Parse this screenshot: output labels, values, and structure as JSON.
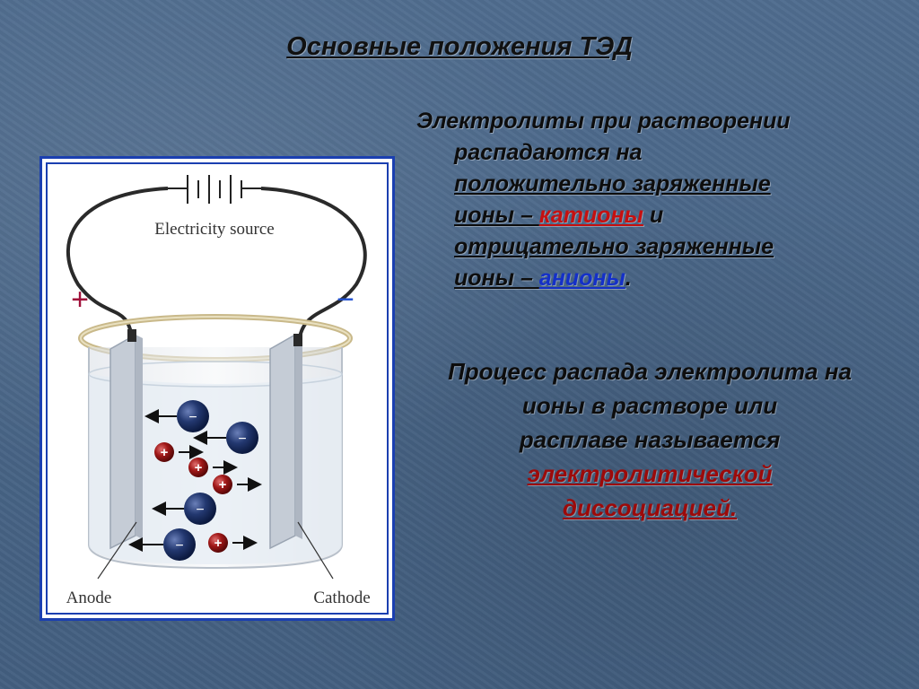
{
  "slide": {
    "title": "Основные положения ТЭД",
    "paragraph1": {
      "line1": "Электролиты при растворении",
      "line2": "распадаются на",
      "line3": "положительно заряженные",
      "line4_prefix": "ионы – ",
      "line4_cations": "катионы",
      "line4_suffix": " и",
      "line5": "отрицательно заряженные",
      "line6_prefix": "ионы – ",
      "line6_anions": "анионы",
      "line6_suffix": "."
    },
    "paragraph2": {
      "line1": "Процесс распада электролита на",
      "line2": "ионы в  растворе  или",
      "line3": "расплаве  называется",
      "line4": "электролитической",
      "line5": "диссоциацией."
    },
    "colors": {
      "cations": "#c61010",
      "anions": "#1430c8",
      "term": "#9c0a0a",
      "frame": "#1b3fb0"
    }
  },
  "diagram": {
    "source_label": "Electricity source",
    "plus_sign": "+",
    "minus_sign": "−",
    "anode_label": "Anode",
    "cathode_label": "Cathode",
    "anion_symbol": "−",
    "cation_symbol": "+"
  }
}
